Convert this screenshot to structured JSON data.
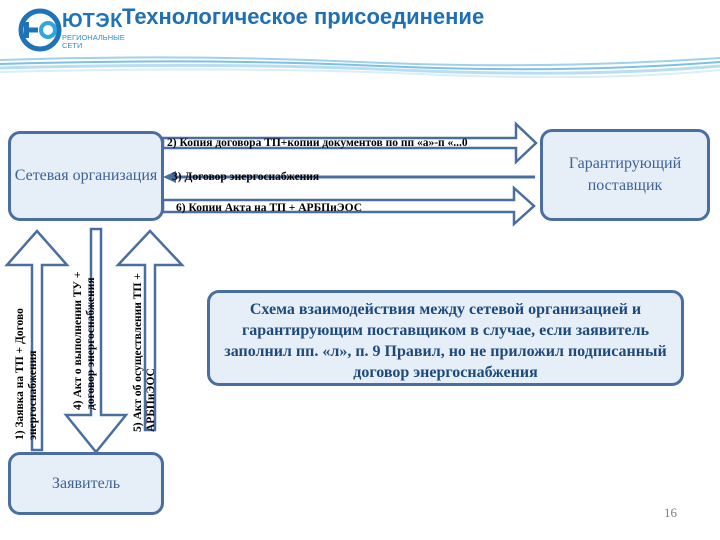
{
  "header": {
    "logo_name": "ЮТЭК",
    "logo_subtitle": "РЕГИОНАЛЬНЫЕ СЕТИ",
    "title": "Технологическое присоединение"
  },
  "nodes": {
    "network": "Сетевая организация",
    "supplier": "Гарантирующий поставщик",
    "applicant": "Заявитель"
  },
  "flows": {
    "f2": "2) Копия договора ТП+копии документов по пп «а»-п «...0",
    "f3": "3) Договор энергоснабжения",
    "f6": "6) Копии Акта на ТП + АРБПиЭОС",
    "f1": "1)  Заявка на ТП + Догово энергоснабжения",
    "f4": "4) Акт о выполнении ТУ + договор энергоснабжения",
    "f5": "5) Акт об осуществлении ТП + АРБПиЭОС"
  },
  "note": "Схема взаимодействия между сетевой организацией и гарантирующим поставщиком в случае, если заявитель заполнил пп. «л», п. 9 Правил, но не приложил подписанный договор энергоснабжения",
  "page_number": "16",
  "colors": {
    "accent": "#1f6fb2",
    "box_border": "#4a6ea0",
    "box_fill": "#e6eef7"
  }
}
